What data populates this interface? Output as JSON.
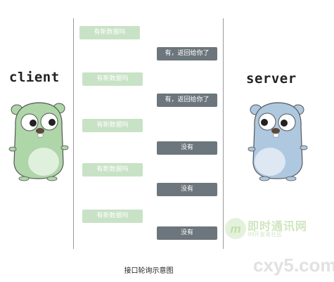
{
  "labels": {
    "client": "client",
    "server": "server",
    "caption": "接口轮询示意图"
  },
  "messages": [
    {
      "kind": "req",
      "text": "有新数据吗"
    },
    {
      "kind": "res",
      "text": "有，返回给你了"
    },
    {
      "kind": "req",
      "text": "有新数据吗"
    },
    {
      "kind": "res",
      "text": "有，返回给你了"
    },
    {
      "kind": "req",
      "text": "有新数据吗"
    },
    {
      "kind": "res",
      "text": "没有"
    },
    {
      "kind": "req",
      "text": "有新数据吗"
    },
    {
      "kind": "res",
      "text": "没有"
    },
    {
      "kind": "req",
      "text": "有新数据吗"
    },
    {
      "kind": "res",
      "text": "没有"
    }
  ],
  "watermark": {
    "brand": "即时通讯网",
    "sub": "IM开发者社区",
    "domain": "cxy5.com"
  },
  "colors": {
    "client_gopher": "#aed6a8",
    "server_gopher": "#aec8e0",
    "request_bubble": "#c8e2c6",
    "response_bubble": "#6c767c"
  }
}
